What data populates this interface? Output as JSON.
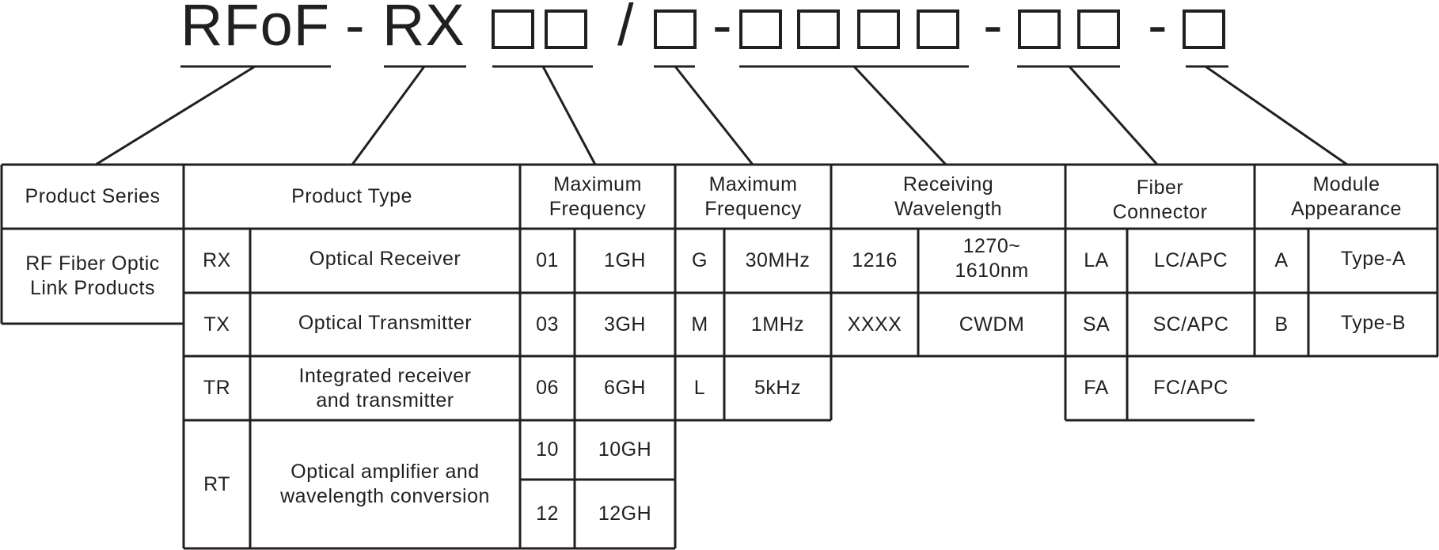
{
  "code": {
    "prefix": "RFoF",
    "dash": "-",
    "type": "RX",
    "slash": "/",
    "placeholder_box": "□"
  },
  "headers": {
    "series": "Product Series",
    "type": "Product Type",
    "max_freq": "Maximum\nFrequency",
    "min_freq": "Maximum\nFrequency",
    "wavelength": "Receiving\nWavelength",
    "connector": "Fiber\nConnector",
    "appearance": "Module\nAppearance"
  },
  "series": "RF Fiber Optic\nLink Products",
  "types": [
    {
      "code": "RX",
      "name": "Optical Receiver"
    },
    {
      "code": "TX",
      "name": "Optical Transmitter"
    },
    {
      "code": "TR",
      "name": "Integrated receiver\nand transmitter"
    },
    {
      "code": "RT",
      "name": "Optical amplifier and\nwavelength conversion"
    }
  ],
  "max_freq": [
    {
      "code": "01",
      "value": "1GH"
    },
    {
      "code": "03",
      "value": "3GH"
    },
    {
      "code": "06",
      "value": "6GH"
    },
    {
      "code": "10",
      "value": "10GH"
    },
    {
      "code": "12",
      "value": "12GH"
    }
  ],
  "min_freq": [
    {
      "code": "G",
      "value": "30MHz"
    },
    {
      "code": "M",
      "value": "1MHz"
    },
    {
      "code": "L",
      "value": "5kHz"
    }
  ],
  "wavelength": [
    {
      "code": "1216",
      "value": "1270~\n1610nm"
    },
    {
      "code": "XXXX",
      "value": "CWDM"
    }
  ],
  "connector": [
    {
      "code": "LA",
      "value": "LC/APC"
    },
    {
      "code": "SA",
      "value": "SC/APC"
    },
    {
      "code": "FA",
      "value": "FC/APC"
    }
  ],
  "appearance": [
    {
      "code": "A",
      "value": "Type-A"
    },
    {
      "code": "B",
      "value": "Type-B"
    }
  ],
  "colors": {
    "ink": "#231f20",
    "background": "#ffffff"
  }
}
